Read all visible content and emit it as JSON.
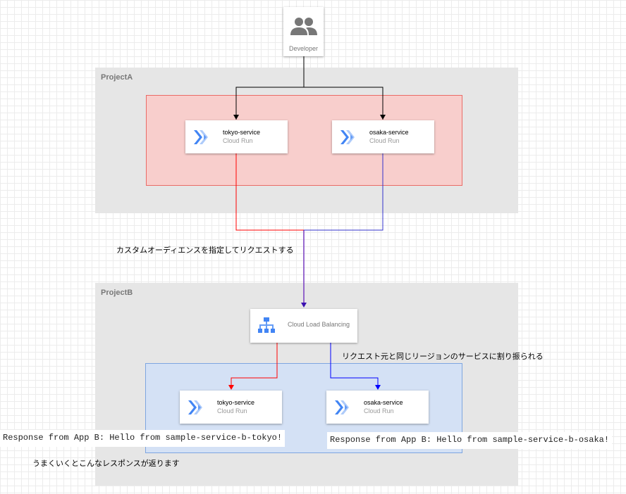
{
  "developer": {
    "label": "Developer",
    "icon": "people-icon"
  },
  "projectA": {
    "label": "ProjectA",
    "services": [
      {
        "name": "tokyo-service",
        "type": "Cloud Run",
        "icon": "cloud-run-icon"
      },
      {
        "name": "osaka-service",
        "type": "Cloud Run",
        "icon": "cloud-run-icon"
      }
    ]
  },
  "projectB": {
    "label": "ProjectB",
    "load_balancer": {
      "label": "Cloud Load Balancing",
      "icon": "load-balancer-icon"
    },
    "services": [
      {
        "name": "tokyo-service",
        "type": "Cloud Run",
        "icon": "cloud-run-icon"
      },
      {
        "name": "osaka-service",
        "type": "Cloud Run",
        "icon": "cloud-run-icon"
      }
    ]
  },
  "notes": {
    "audience": "カスタムオーディエンスを指定してリクエストする",
    "routing": "リクエスト元と同じリージョンのサービスに割り振られる",
    "response_note": "うまくいくとこんなレスポンスが返ります"
  },
  "responses": {
    "tokyo": "Response from App B: Hello from sample-service-b-tokyo!",
    "osaka": "Response from App B: Hello from sample-service-b-osaka!"
  },
  "colors": {
    "tokyo_arrow": "#ff0000",
    "osaka_arrow": "#0000ff",
    "merged_arrow": "#6a00c8",
    "developer_arrow": "#000000",
    "project_bg": "#e6e6e6",
    "zone_red": "#f8cecc",
    "zone_blue": "#d4e1f5"
  }
}
